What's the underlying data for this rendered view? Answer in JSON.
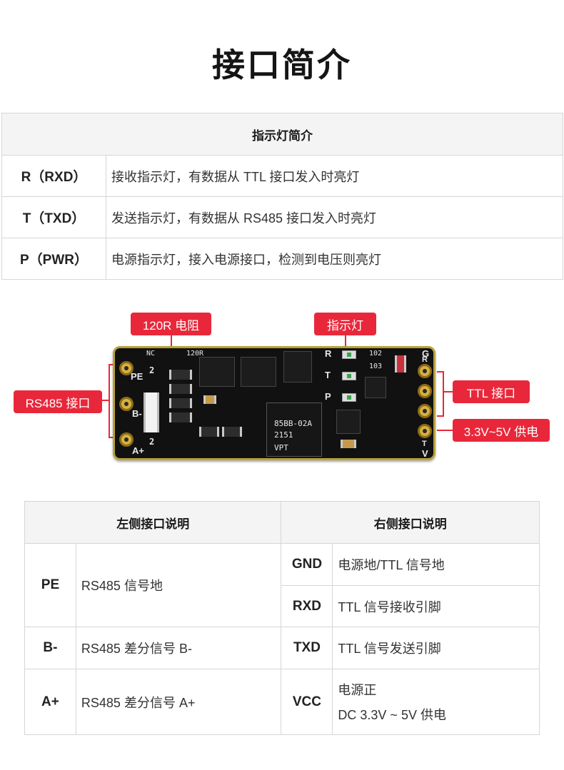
{
  "page_title": "接口简介",
  "indicator_table": {
    "header": "指示灯简介",
    "rows": [
      {
        "key": "R（RXD）",
        "desc": "接收指示灯，有数据从 TTL 接口发入时亮灯"
      },
      {
        "key": "T（TXD）",
        "desc": "发送指示灯，有数据从 RS485 接口发入时亮灯"
      },
      {
        "key": "P（PWR）",
        "desc": "电源指示灯，接入电源接口，检测到电压则亮灯"
      }
    ]
  },
  "board": {
    "callouts": {
      "resistor": "120R 电阻",
      "led": "指示灯",
      "rs485": "RS485 接口",
      "ttl": "TTL 接口",
      "power": "3.3V~5V 供电"
    },
    "pin_labels_left": [
      "PE",
      "B-",
      "A+"
    ],
    "pin_labels_right": [
      "G",
      "R",
      "T",
      "V"
    ],
    "led_labels": [
      "R",
      "T",
      "P"
    ],
    "silkscreen": {
      "nc": "NC",
      "r120": "120R",
      "chip_line1": "85BB-02A",
      "chip_line2": "2151",
      "chip_line3": "VPT",
      "two": "2",
      "r102": "102",
      "r103": "103"
    },
    "colors": {
      "accent": "#e8283a",
      "pcb": "#111111",
      "pad": "#d7b040"
    }
  },
  "interface_table": {
    "left_header": "左侧接口说明",
    "right_header": "右侧接口说明",
    "left": [
      {
        "pin": "PE",
        "desc": "RS485 信号地"
      },
      {
        "pin": "B-",
        "desc": "RS485 差分信号 B-"
      },
      {
        "pin": "A+",
        "desc": "RS485 差分信号 A+"
      }
    ],
    "right": [
      {
        "pin": "GND",
        "desc": "电源地/TTL 信号地"
      },
      {
        "pin": "RXD",
        "desc": "TTL 信号接收引脚"
      },
      {
        "pin": "TXD",
        "desc": "TTL 信号发送引脚"
      },
      {
        "pin": "VCC",
        "desc_line1": "电源正",
        "desc_line2": "DC 3.3V ~ 5V 供电"
      }
    ]
  }
}
